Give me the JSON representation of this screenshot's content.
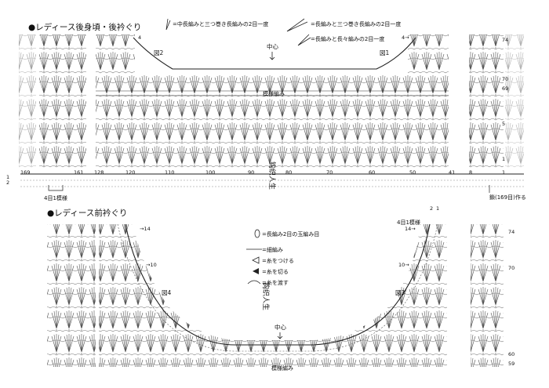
{
  "back": {
    "title": "●レディース後身頃・後衿ぐり",
    "legend": [
      "=中長編みと三つ巻き長編みの2目一度",
      "=長編みと三つ巻き長編みの2目一度",
      "=長編みと長々編みの2目一度"
    ],
    "fig1": "図1",
    "fig2": "図2",
    "center": "中心",
    "pattern": "模様編み",
    "bottom_numbers": [
      "169",
      "161",
      "128",
      "120",
      "110",
      "100",
      "90",
      "80",
      "70",
      "60",
      "50",
      "41",
      "8",
      "1"
    ],
    "right_numbers": [
      "74",
      "70",
      "69",
      "5",
      "1"
    ],
    "left_marks": [
      "4",
      "2",
      "1"
    ],
    "repeat_note": "4目1模様",
    "foundation_note": "鎖(169目)作る",
    "watermark": "钩织人生"
  },
  "front": {
    "title": "●レディース前衿ぐり",
    "legend": [
      "=長編み2目の玉編み目",
      "=細編み",
      "=糸をつける",
      "=糸を切る",
      "=糸を渡す"
    ],
    "fig3": "図3",
    "fig4": "図4",
    "center": "中心",
    "pattern": "模様編み",
    "repeat_note": "4目1模様",
    "right_numbers": [
      "74",
      "70",
      "60",
      "59"
    ],
    "left_rows": [
      "14",
      "10"
    ],
    "right_rows": [
      "14",
      "10"
    ],
    "top_right_marks": [
      "2",
      "1"
    ],
    "watermark": "钩织人生"
  }
}
